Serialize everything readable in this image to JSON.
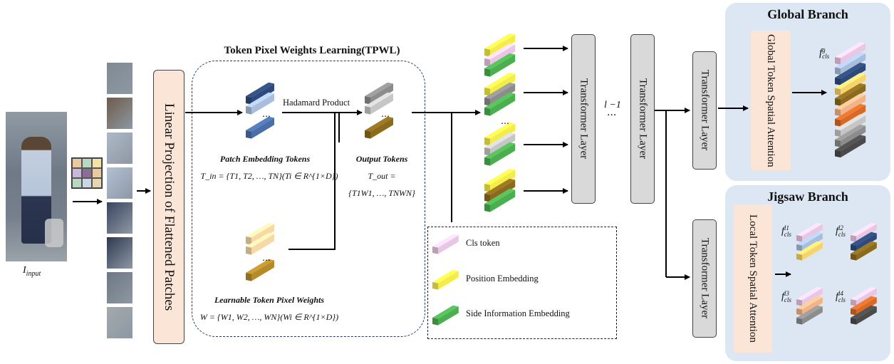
{
  "input": {
    "label": "I",
    "sub": "input",
    "patch_colors": [
      "#e8c9a0",
      "#b9d8c3",
      "#f3e3a6",
      "#c7b7d8",
      "#8a6f95",
      "#e8c9a0",
      "#b9d8c3",
      "#c8d6e8",
      "#e7d6b0"
    ]
  },
  "linear_projection": {
    "label": "Linear Projection of Flattened Patches",
    "fill": "#fbe5d6"
  },
  "tpwl": {
    "title": "Token Pixel Weights Learning(TPWL)",
    "hadamard": "Hadamard Product",
    "patch_tokens_title": "Patch Embedding Tokens",
    "patch_tokens_formula": "T_in = {T1, T2, …, TN}(Ti ∈ R^{1×D})",
    "weights_title": "Learnable Token Pixel Weights",
    "weights_formula": "W = {W1, W2, …, WN}(Wi ∈ R^{1×D})",
    "output_title": "Output Tokens",
    "output_formula_1": "T_out =",
    "output_formula_2": "{T1W1, …, TNWN}"
  },
  "transformer": {
    "layer_label": "Transformer Layer",
    "repeat_label": "l −1",
    "dots": "···"
  },
  "legend": {
    "items": [
      {
        "label": "Cls token",
        "color": "#e8c7e2"
      },
      {
        "label": "Position Embedding",
        "color": "#f4ec4a"
      },
      {
        "label": "Side Information Embedding",
        "color": "#4cae50"
      }
    ]
  },
  "global_branch": {
    "title": "Global Branch",
    "attention_label": "Global Token Spatial Attention",
    "feature_label": "f",
    "feature_sup": "g",
    "feature_sub": "cls",
    "bg": "#dde7f3",
    "attn_fill": "#fbe5d6"
  },
  "jigsaw_branch": {
    "title": "Jigsaw Branch",
    "attention_label": "Local Token Spatial Attention",
    "features": [
      {
        "sup": "l1",
        "sub": "cls"
      },
      {
        "sup": "l2",
        "sub": "cls"
      },
      {
        "sup": "l3",
        "sub": "cls"
      },
      {
        "sup": "l4",
        "sub": "cls"
      }
    ],
    "feature_label": "f"
  },
  "token_colors": {
    "navy": "#2f4a7a",
    "blue": "#4a6fa8",
    "lightblue": "#a9bedb",
    "gray": "#8c8c8c",
    "lightgray": "#c6c6c6",
    "darkgray": "#4a4a4a",
    "olive": "#8a6a1e",
    "tan": "#f6d9a6",
    "peach": "#f1b48a",
    "orange": "#d66a28",
    "gold": "#f5d36e",
    "pink": "#e8c7e2",
    "yellow": "#f4ec4a",
    "green": "#4cae50",
    "brown": "#6b4a1f"
  }
}
